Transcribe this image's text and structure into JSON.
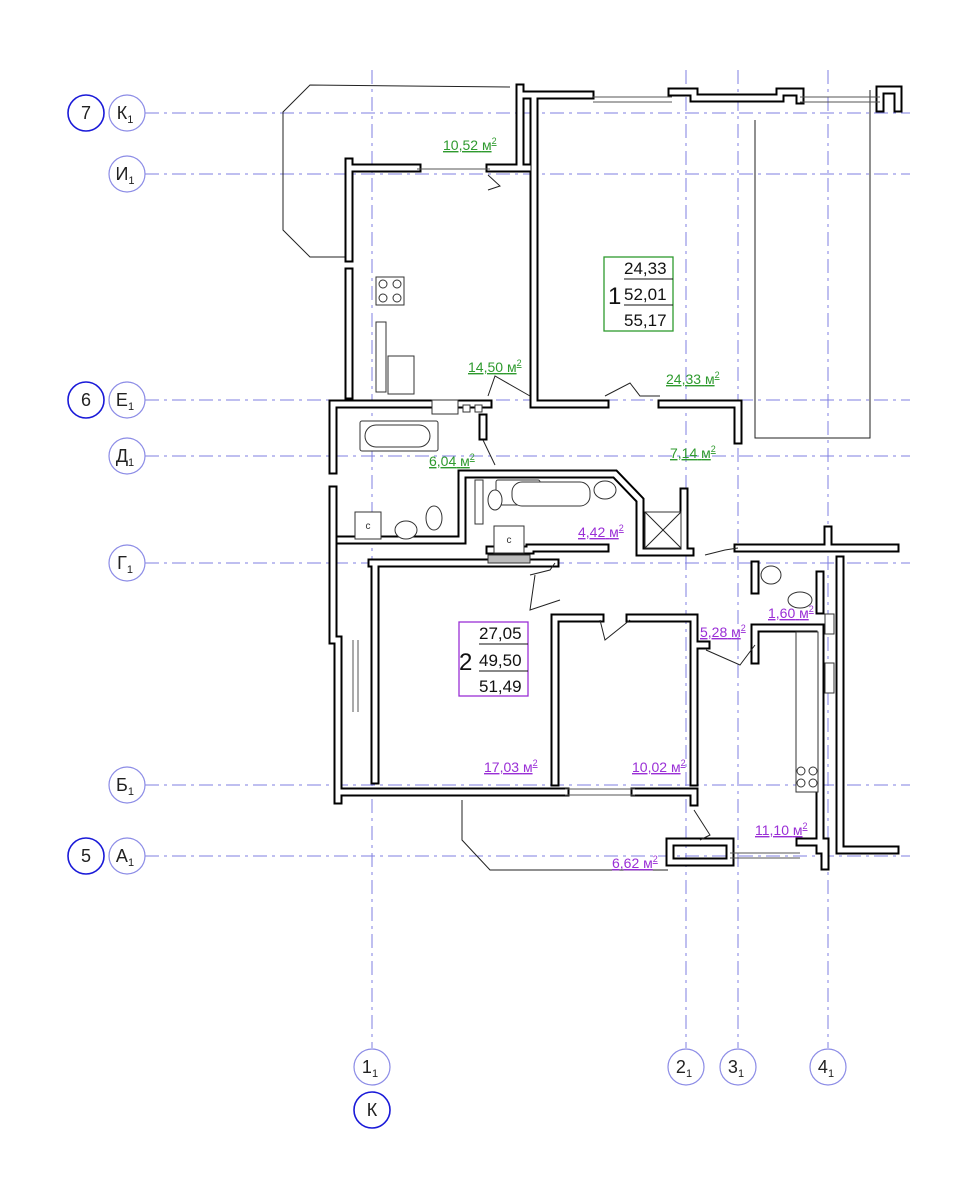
{
  "grid_rows": [
    {
      "num": "7",
      "letter": "К",
      "sub": "1"
    },
    {
      "letter": "И",
      "sub": "1"
    },
    {
      "num": "6",
      "letter": "Е",
      "sub": "1"
    },
    {
      "letter": "Д",
      "sub": "1"
    },
    {
      "letter": "Г",
      "sub": "1"
    },
    {
      "letter": "Б",
      "sub": "1"
    },
    {
      "num": "5",
      "letter": "А",
      "sub": "1"
    }
  ],
  "grid_cols": [
    {
      "label": "1",
      "sub": "1"
    },
    {
      "label": "2",
      "sub": "1"
    },
    {
      "label": "3",
      "sub": "1"
    },
    {
      "label": "4",
      "sub": "1"
    }
  ],
  "section_label": "К",
  "area_unit": "м",
  "area_unit_sup": "2",
  "apartment_1": {
    "color": "#2e9a2e",
    "number": "1",
    "living_area": "24,33",
    "total_area": "52,01",
    "total_with_balcony": "55,17",
    "rooms": [
      "10,52",
      "14,50",
      "24,33",
      "6,04",
      "7,14"
    ]
  },
  "apartment_2": {
    "color": "#9a2fd6",
    "number": "2",
    "living_area": "27,05",
    "total_area": "49,50",
    "total_with_balcony": "51,49",
    "rooms": [
      "4,42",
      "1,60",
      "5,28",
      "17,03",
      "10,02",
      "11,10",
      "6,62"
    ]
  },
  "fixture_labels": {
    "storage_1": "с",
    "storage_2": "с"
  }
}
